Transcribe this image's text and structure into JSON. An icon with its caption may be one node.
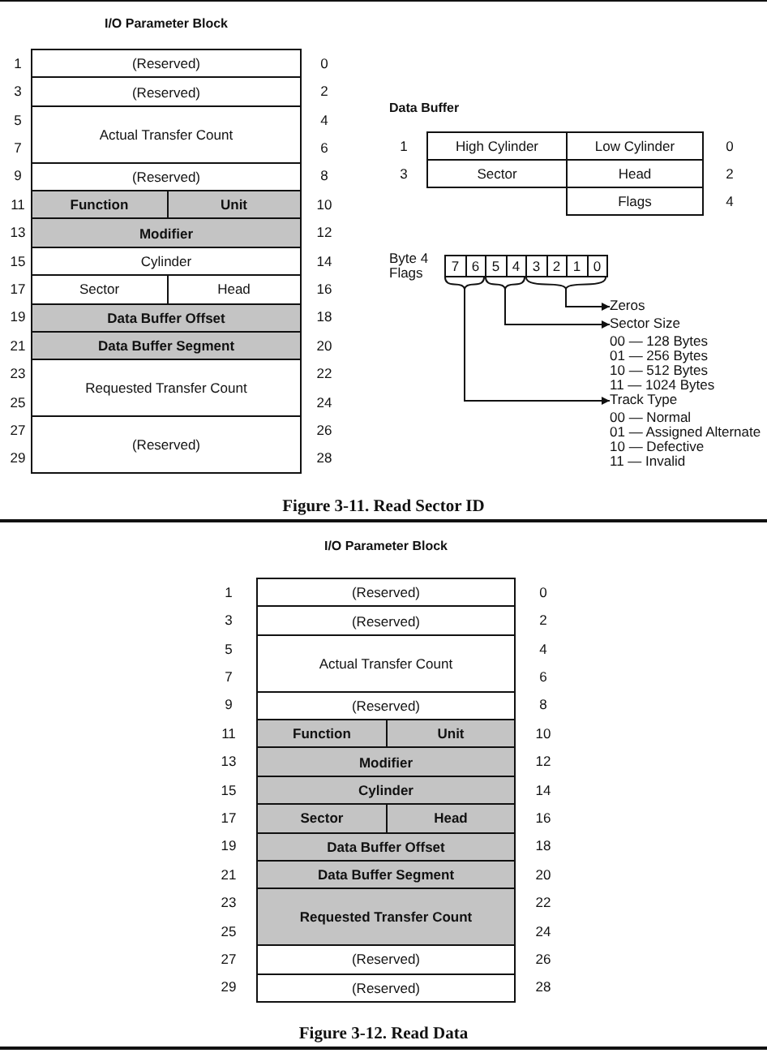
{
  "diagram": {
    "nodes": [
      {
        "text": [
          "I/O Parameter Block"
        ]
      },
      {
        "text": [
          "(Reserved)"
        ],
        "in": 0
      },
      {
        "text": [
          "(Reserved)"
        ],
        "in": 0
      },
      {
        "text": [
          "Actual Transfer Count"
        ],
        "in": 0
      },
      {
        "text": [
          "(Reserved)"
        ],
        "in": 0
      },
      {
        "text": [
          "Function"
        ],
        "in": 0
      },
      {
        "text": [
          "Unit"
        ],
        "in": 0
      },
      {
        "text": [
          "Modifier"
        ],
        "in": 0
      },
      {
        "text": [
          "Cylinder"
        ],
        "in": 0
      },
      {
        "text": [
          "Sector"
        ],
        "in": 0
      },
      {
        "text": [
          "Head"
        ],
        "in": 0
      },
      {
        "text": [
          "Data Buffer Offset"
        ],
        "in": 0
      },
      {
        "text": [
          "Data Buffer Segment"
        ],
        "in": 0
      },
      {
        "text": [
          "Requested Transfer Count"
        ],
        "in": 0
      },
      {
        "text": [
          "(Reserved)"
        ],
        "in": 0
      },
      {
        "text": [
          "Data Buffer"
        ]
      },
      {
        "text": [
          "High Cylinder"
        ],
        "in": 15
      },
      {
        "text": [
          "Low Cylinder"
        ],
        "in": 15
      },
      {
        "text": [
          "Sector"
        ],
        "in": 15
      },
      {
        "text": [
          "Head"
        ],
        "in": 15
      },
      {
        "text": [
          "Flags"
        ],
        "in": 15
      },
      {
        "text": [
          "Byte 4 Flags"
        ]
      },
      {
        "text": [
          "7"
        ],
        "in": 21
      },
      {
        "text": [
          "6"
        ],
        "in": 21
      },
      {
        "text": [
          "5"
        ],
        "in": 21
      },
      {
        "text": [
          "4"
        ],
        "in": 21
      },
      {
        "text": [
          "3"
        ],
        "in": 21
      },
      {
        "text": [
          "2"
        ],
        "in": 21
      },
      {
        "text": [
          "1"
        ],
        "in": 21
      },
      {
        "text": [
          "0"
        ],
        "in": 21
      },
      {
        "text": [],
        "shape": "brace"
      },
      {
        "text": [],
        "shape": "brace"
      },
      {
        "text": [],
        "shape": "brace"
      },
      {
        "text": [
          "Zeros"
        ]
      },
      {
        "text": [
          "Sector Size",
          "00 — 128 Bytes",
          "01 — 256 Bytes",
          "10 — 512 Bytes",
          "11 — 1024 Bytes"
        ]
      },
      {
        "text": [
          "Track Type",
          "00 — Normal",
          "01 — Assigned Alternate",
          "10 — Defective",
          "11 — Invalid"
        ]
      },
      {
        "text": [
          "I/O Parameter Block"
        ]
      },
      {
        "text": [
          "(Reserved)"
        ],
        "in": 36
      },
      {
        "text": [
          "(Reserved)"
        ],
        "in": 36
      },
      {
        "text": [
          "Actual Transfer Count"
        ],
        "in": 36
      },
      {
        "text": [
          "(Reserved)"
        ],
        "in": 36
      },
      {
        "text": [
          "Function"
        ],
        "in": 36
      },
      {
        "text": [
          "Unit"
        ],
        "in": 36
      },
      {
        "text": [
          "Modifier"
        ],
        "in": 36
      },
      {
        "text": [
          "Cylinder"
        ],
        "in": 36
      },
      {
        "text": [
          "Sector"
        ],
        "in": 36
      },
      {
        "text": [
          "Head"
        ],
        "in": 36
      },
      {
        "text": [
          "Data Buffer Offset"
        ],
        "in": 36
      },
      {
        "text": [
          "Data Buffer Segment"
        ],
        "in": 36
      },
      {
        "text": [
          "Requested Transfer Count"
        ],
        "in": 36
      },
      {
        "text": [
          "(Reserved)"
        ],
        "in": 36
      },
      {
        "text": [
          "(Reserved)"
        ],
        "in": 36
      }
    ],
    "edges": [
      {
        "from": 32,
        "to": 33,
        "arrow": "to"
      },
      {
        "from": 31,
        "to": 34,
        "arrow": "to"
      },
      {
        "from": 30,
        "to": 35,
        "arrow": "to"
      }
    ],
    "labels": [
      "1",
      "0",
      "3",
      "2",
      "5",
      "4",
      "7",
      "6",
      "9",
      "8",
      "11",
      "10",
      "13",
      "12",
      "15",
      "14",
      "17",
      "16",
      "19",
      "18",
      "21",
      "20",
      "23",
      "22",
      "25",
      "24",
      "27",
      "26",
      "29",
      "28",
      "1",
      "0",
      "3",
      "2",
      "4",
      "Figure 3-11. Read Sector ID",
      "1",
      "0",
      "3",
      "2",
      "5",
      "4",
      "7",
      "6",
      "9",
      "8",
      "11",
      "10",
      "13",
      "12",
      "15",
      "14",
      "17",
      "16",
      "19",
      "18",
      "21",
      "20",
      "23",
      "22",
      "25",
      "24",
      "27",
      "26",
      "29",
      "28",
      "Figure 3-12. Read Data"
    ]
  }
}
